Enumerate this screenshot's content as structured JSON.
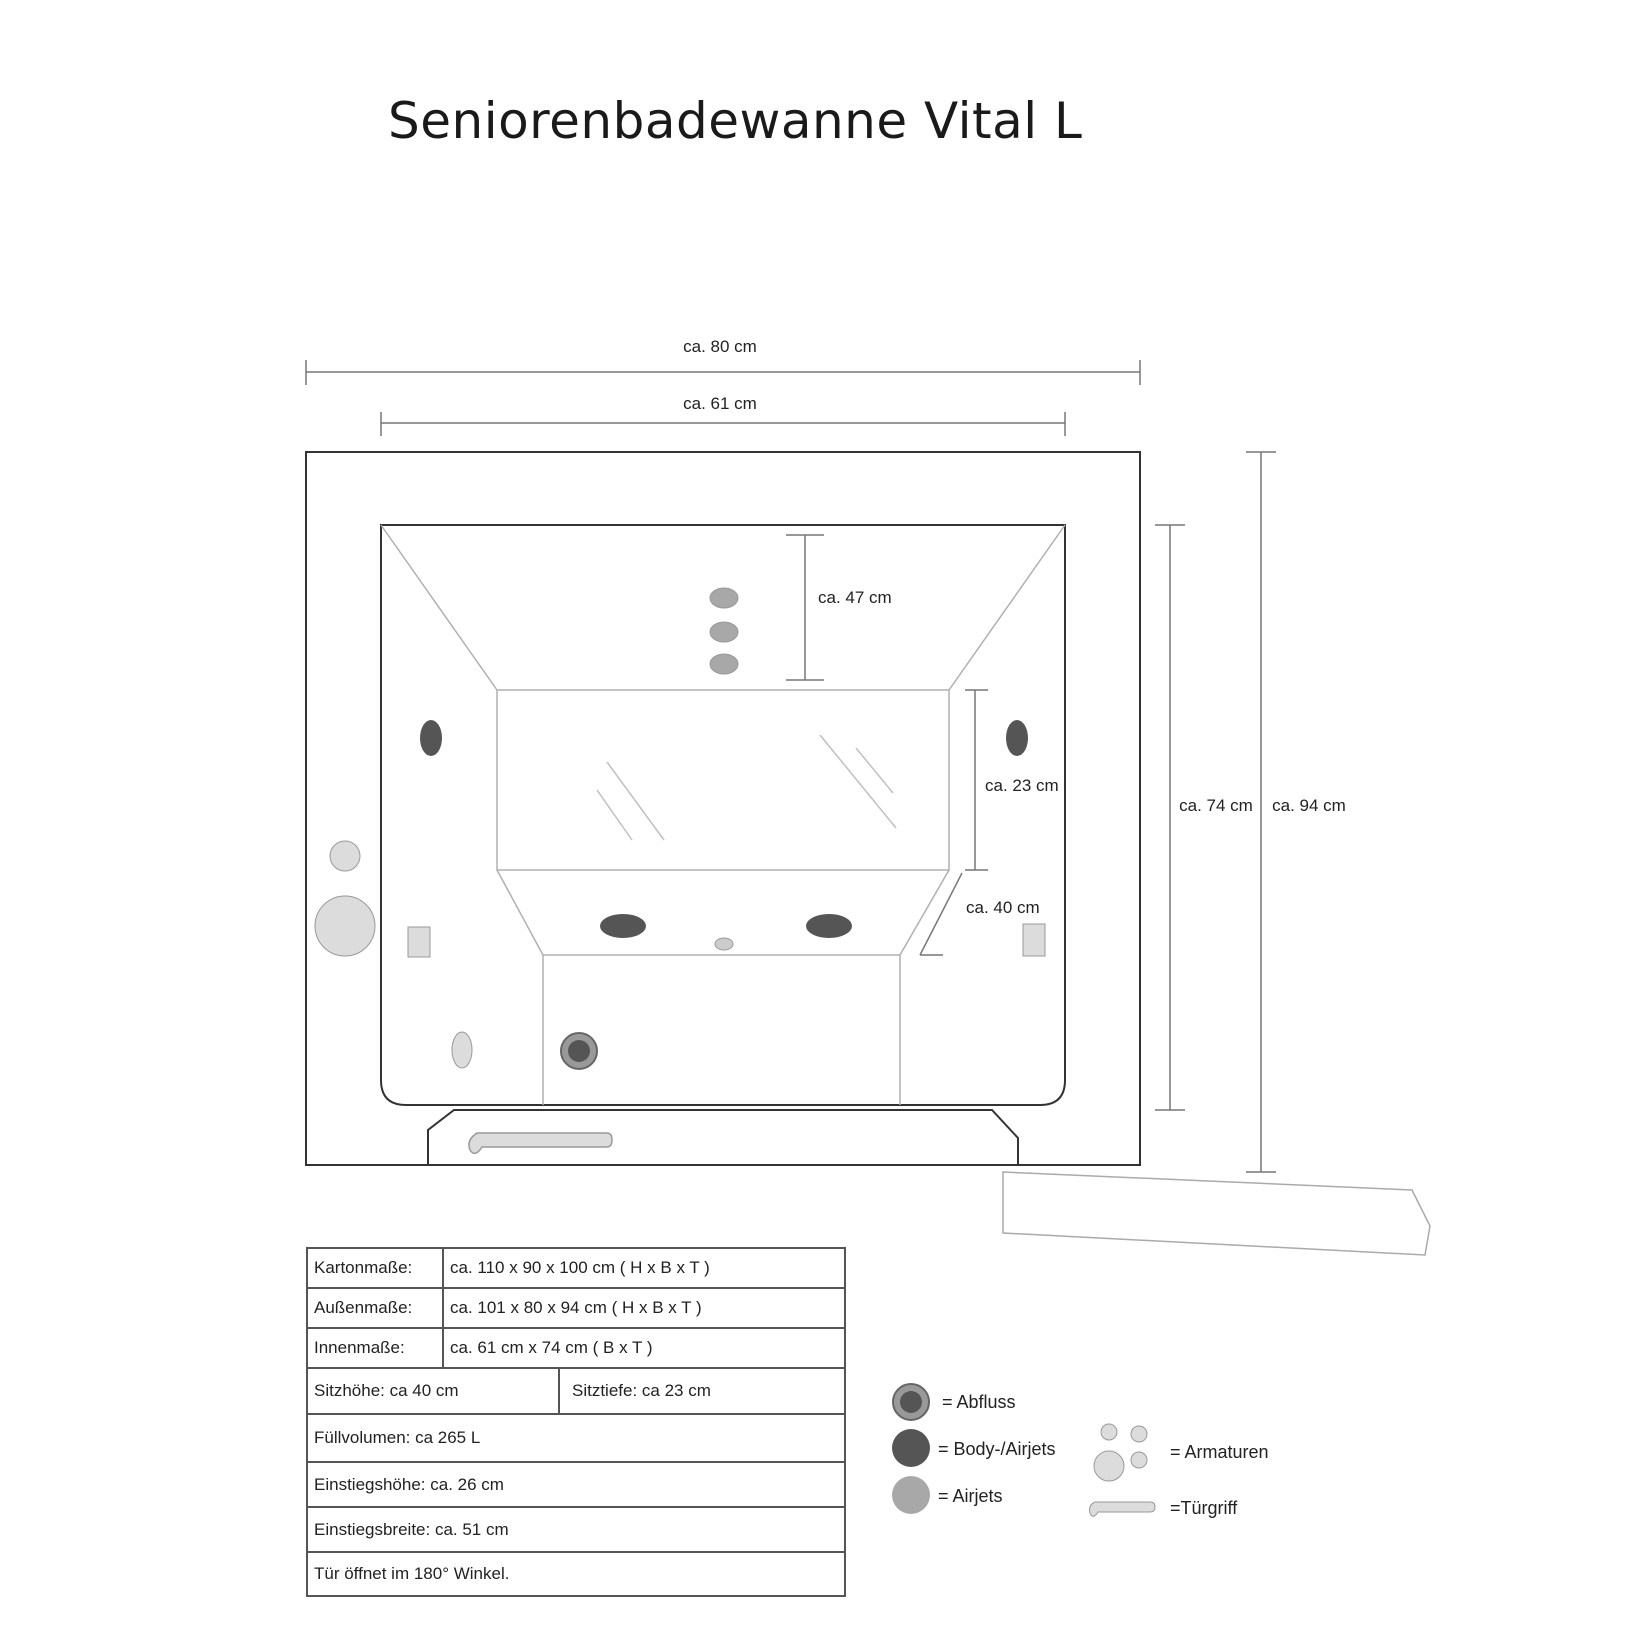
{
  "title": "Seniorenbadewanne Vital L",
  "dimensions": {
    "outer_width": "ca. 80 cm",
    "inner_width": "ca. 61 cm",
    "seat_depth_top": "ca. 47 cm",
    "seat_depth": "ca. 23 cm",
    "seat_height": "ca. 40 cm",
    "inner_depth": "ca. 74 cm",
    "outer_depth": "ca. 94 cm"
  },
  "specs": {
    "karton_label": "Kartonmaße:",
    "karton_value": "ca. 110 x 90 x 100 cm ( H x B x T )",
    "aussen_label": "Außenmaße:",
    "aussen_value": "ca. 101 x 80 x 94 cm ( H x B x T )",
    "innen_label": "Innenmaße:",
    "innen_value": "ca. 61 cm x 74 cm ( B x T )",
    "sitzhoehe": "Sitzhöhe: ca 40 cm",
    "sitztiefe": "Sitztiefe: ca 23 cm",
    "fuellvolumen": "Füllvolumen: ca 265 L",
    "einstiegshoehe": "Einstiegshöhe: ca. 26 cm",
    "einstiegsbreite": "Einstiegsbreite: ca.  51 cm",
    "tuer": "Tür öffnet im 180° Winkel."
  },
  "legend": {
    "abfluss": "= Abfluss",
    "body_airjets": "= Body-/Airjets",
    "airjets": "= Airjets",
    "armaturen": "= Armaturen",
    "tuergriff": "=Türgriff"
  },
  "colors": {
    "outline": "#333333",
    "light_line": "#b0b0b0",
    "dark_jet": "#555555",
    "light_jet": "#a8a8a8",
    "fitting": "#dcdcdc"
  }
}
